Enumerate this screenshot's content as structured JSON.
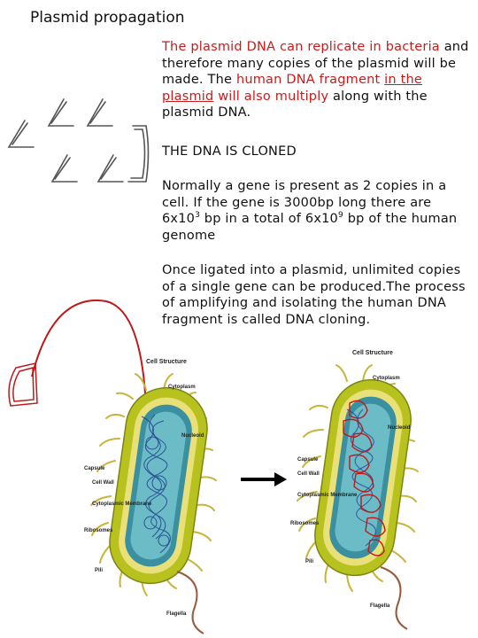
{
  "title": "Plasmid propagation",
  "p1": {
    "s1": "The plasmid DNA can replicate in bacteria",
    "s2": "and therefore many copies of the plasmid will be made. The",
    "s3": "human DNA fragment",
    "s4": "in the plasmid",
    "s5": "will also multiply",
    "s6": "along with the plasmid DNA."
  },
  "p2": "THE DNA IS CLONED",
  "p3": {
    "a": "Normally a gene is present as 2 copies in a cell. If the gene is 3000bp long there are 6x10",
    "e1": "3",
    "b": " bp in a total of 6x10",
    "e2": "9",
    "c": " bp of the human genome"
  },
  "p4": "Once ligated into a plasmid, unlimited copies of a single gene can be produced.The process of amplifying and isolating the human DNA fragment is called DNA cloning.",
  "diagram_left": {
    "title": "Cell Structure",
    "labels": [
      "Cytoplasm",
      "Nucleoid",
      "Capsule",
      "Cell Wall",
      "Cytoplasmic Membrane",
      "Ribosomes",
      "Pili",
      "Flagella"
    ]
  },
  "diagram_right": {
    "title": "Cell Structure",
    "labels": [
      "Cytoplasm",
      "Nucleoid",
      "Capsule",
      "Cell Wall",
      "Cytoplasmic Membrane",
      "Ribosomes",
      "Pili",
      "Flagella"
    ]
  },
  "colors": {
    "accent_red": "#cc1a1a",
    "cell_outer": "#b8c21e",
    "cell_inner": "#2f7f8e",
    "pili": "#c9b43a",
    "flagella": "#9a5a3a"
  }
}
